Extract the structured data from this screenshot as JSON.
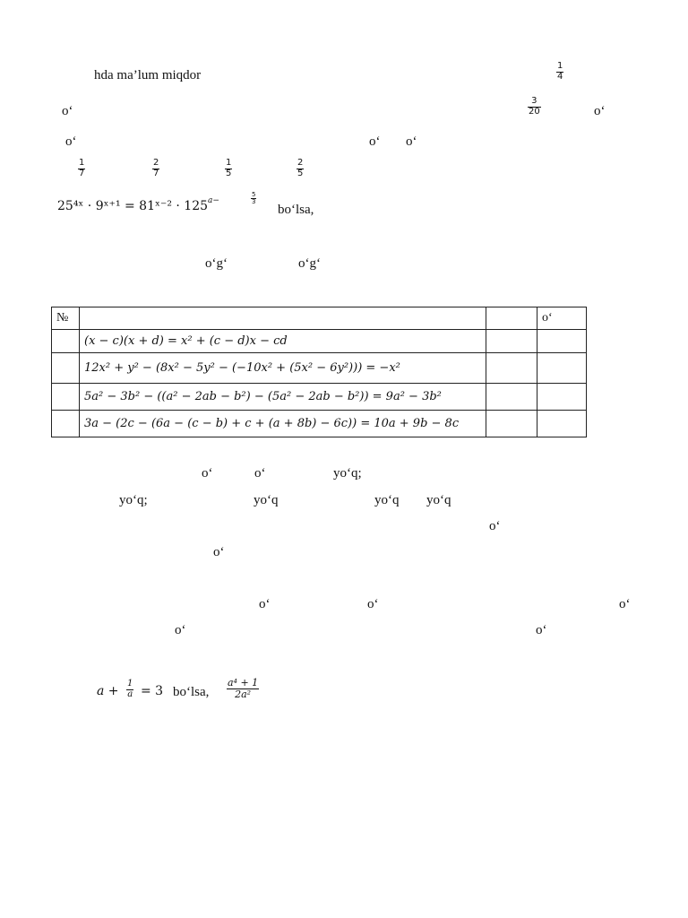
{
  "line1": {
    "text": "hda ma’lum miqdor",
    "frac": {
      "num": "1",
      "den": "4"
    }
  },
  "line2": {
    "left": "o‘",
    "frac": {
      "num": "3",
      "den": "20"
    },
    "right": "o‘"
  },
  "line3": {
    "a": "o‘",
    "b": "o‘",
    "c": "o‘"
  },
  "options_fracs": [
    {
      "num": "1",
      "den": "7"
    },
    {
      "num": "2",
      "den": "7"
    },
    {
      "num": "1",
      "den": "5"
    },
    {
      "num": "2",
      "den": "5"
    }
  ],
  "eq_line": {
    "expr": "25⁴ˣ · 9ˣ⁺¹ = 81ˣ⁻² · 125",
    "exp_a": "a−",
    "exp_frac": {
      "num": "5",
      "den": "3"
    },
    "tail": "bo‘lsa,"
  },
  "og_line": {
    "a": "o‘g‘",
    "b": "o‘g‘"
  },
  "table": {
    "header": {
      "no": "№",
      "mid": "",
      "c3": "",
      "c4": "o‘"
    },
    "rows": [
      {
        "no": "",
        "eq": "(x − c)(x + d) = x² + (c − d)x − cd",
        "c3": "",
        "c4": ""
      },
      {
        "no": "",
        "eq": "12x² + y² − (8x² − 5y² − (−10x² + (5x² − 6y²))) = −x²",
        "c3": "",
        "c4": ""
      },
      {
        "no": "",
        "eq": "5a² − 3b² − ((a² − 2ab − b²) − (5a² − 2ab − b²)) = 9a² − 3b²",
        "c3": "",
        "c4": ""
      },
      {
        "no": "",
        "eq": "3a − (2c − (6a − (c − b) + c + (a + 8b) − 6c)) = 10a + 9b − 8c",
        "c3": "",
        "c4": ""
      }
    ]
  },
  "block1": {
    "r1": [
      "o‘",
      "o‘",
      "yo‘q;"
    ],
    "r2": [
      "yo‘q;",
      "yo‘q",
      "yo‘q",
      "yo‘q"
    ],
    "r3": [
      "o‘"
    ],
    "r4": [
      "o‘"
    ]
  },
  "block2": {
    "r1": [
      "o‘",
      "o‘",
      "o‘"
    ],
    "r2": [
      "o‘",
      "o‘"
    ]
  },
  "final": {
    "lhs_a": "a +",
    "lhs_frac": {
      "num": "1",
      "den": "a"
    },
    "rhs": "= 3",
    "text": "bo‘lsa,",
    "result_frac": {
      "num": "a⁴ + 1",
      "den": "2a²"
    }
  }
}
